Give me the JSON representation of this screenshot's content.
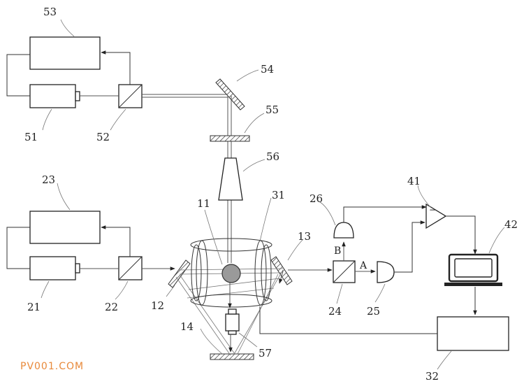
{
  "labels": {
    "l53": "53",
    "l54": "54",
    "l55": "55",
    "l56": "56",
    "l51": "51",
    "l52": "52",
    "l23": "23",
    "l11": "11",
    "l31": "31",
    "l26": "26",
    "l41": "41",
    "l42": "42",
    "l13": "13",
    "l21": "21",
    "l22": "22",
    "l12": "12",
    "l24": "24",
    "l25": "25",
    "l14": "14",
    "l57": "57",
    "l32": "32"
  },
  "beam_labels": {
    "a": "A",
    "b": "B"
  },
  "amplifier_sign": "−",
  "watermark": "PV001.COM"
}
